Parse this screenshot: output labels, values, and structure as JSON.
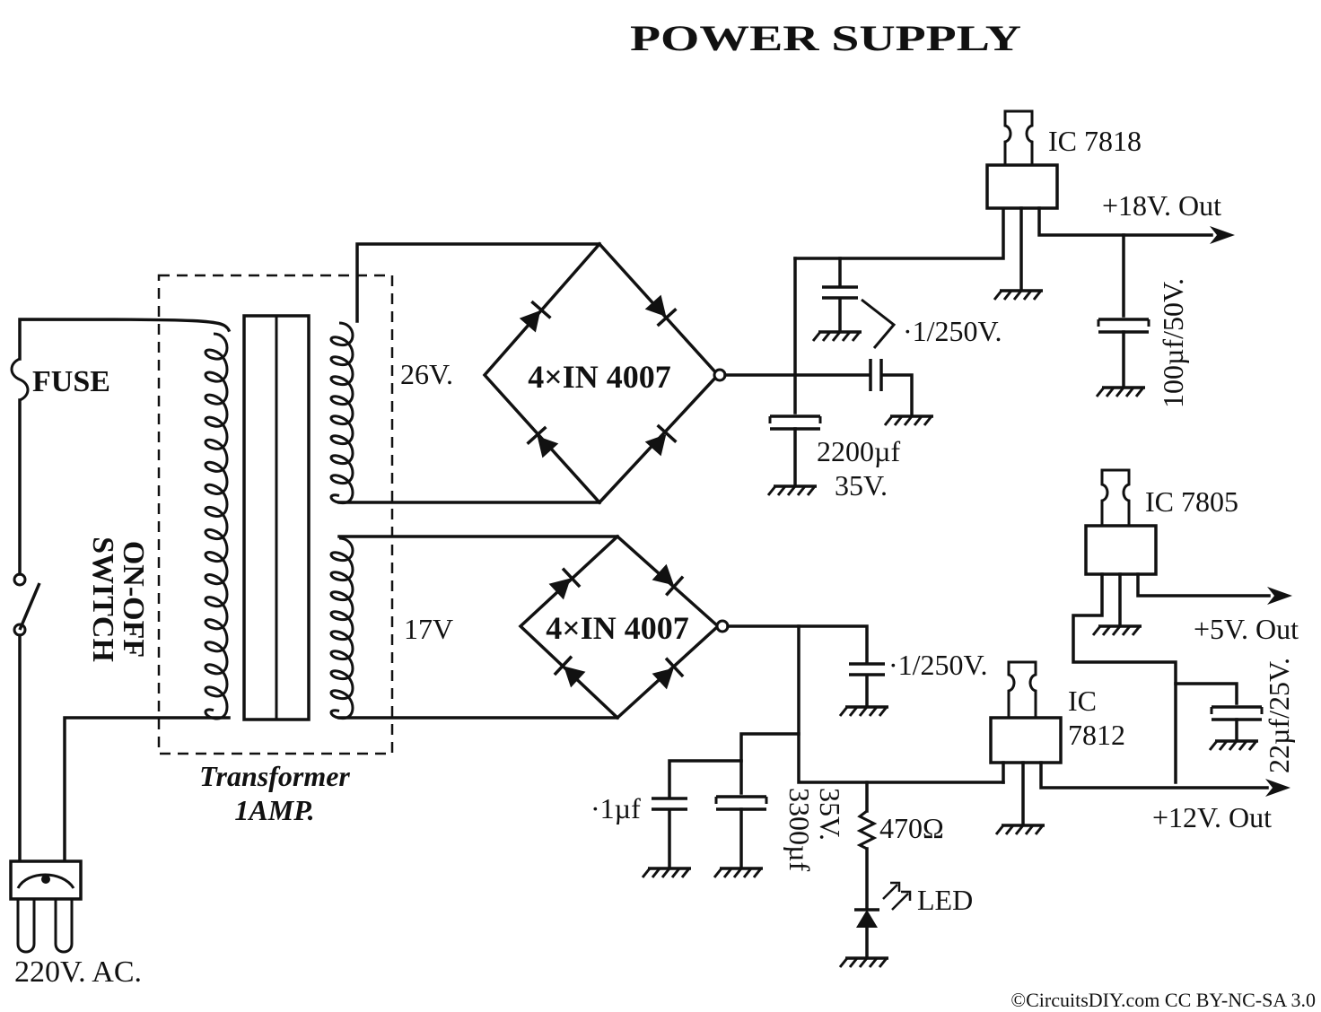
{
  "title": "POWER SUPPLY",
  "labels": {
    "fuse": "FUSE",
    "switch_line1": "ON-OFF",
    "switch_line2": "SWITCH",
    "mains": "220V. AC.",
    "transformer_line1": "Transformer",
    "transformer_line2": "1AMP.",
    "secondary_top": "26V.",
    "secondary_bottom": "17V",
    "bridge_top": "4×IN 4007",
    "bridge_bottom": "4×IN 4007",
    "cap_top_film": "·1/250V.",
    "cap_top_elec_line1": "2200µf",
    "cap_top_elec_line2": "35V.",
    "ic_7818": "IC  7818",
    "out_18": "+18V.  Out",
    "cap_18": "100µf/50V.",
    "cap_mid_film": "·1/250V.",
    "cap_1uf": "·1µf",
    "cap_3300_line1": "3300µf",
    "cap_3300_line2": "35V.",
    "resistor": "470Ω",
    "led": "LED",
    "ic_7812_line1": "IC",
    "ic_7812_line2": "7812",
    "out_12": "+12V.  Out",
    "ic_7805": "IC  7805",
    "out_5": "+5V.  Out",
    "cap_5": "22µf/25V.",
    "credit": "©CircuitsDIY.com CC BY-NC-SA 3.0"
  }
}
